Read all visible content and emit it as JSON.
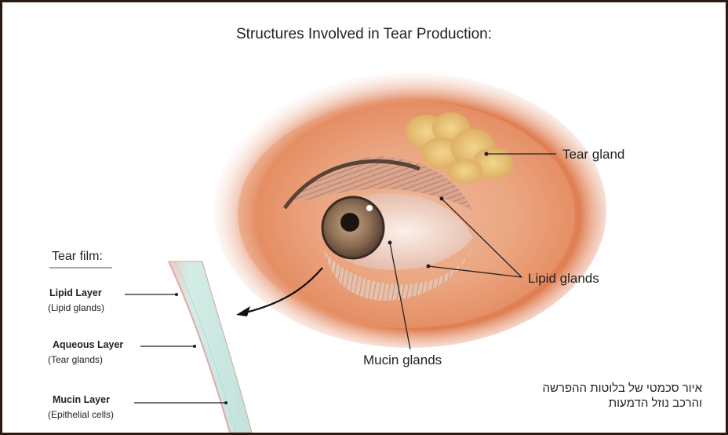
{
  "title": "Structures Involved in Tear Production:",
  "labels": {
    "tear_gland": "Tear gland",
    "lipid_glands": "Lipid glands",
    "mucin_glands": "Mucin glands"
  },
  "tear_film": {
    "heading": "Tear film:",
    "layers": [
      {
        "name": "Lipid Layer",
        "source": "(Lipid glands)"
      },
      {
        "name": "Aqueous Layer",
        "source": "(Tear glands)"
      },
      {
        "name": "Mucin Layer",
        "source": "(Epithelial cells)"
      }
    ]
  },
  "caption": {
    "line1": "איור סכמטי של בלוטות ההפרשה",
    "line2": "והרכב נוזל הדמעות"
  }
}
